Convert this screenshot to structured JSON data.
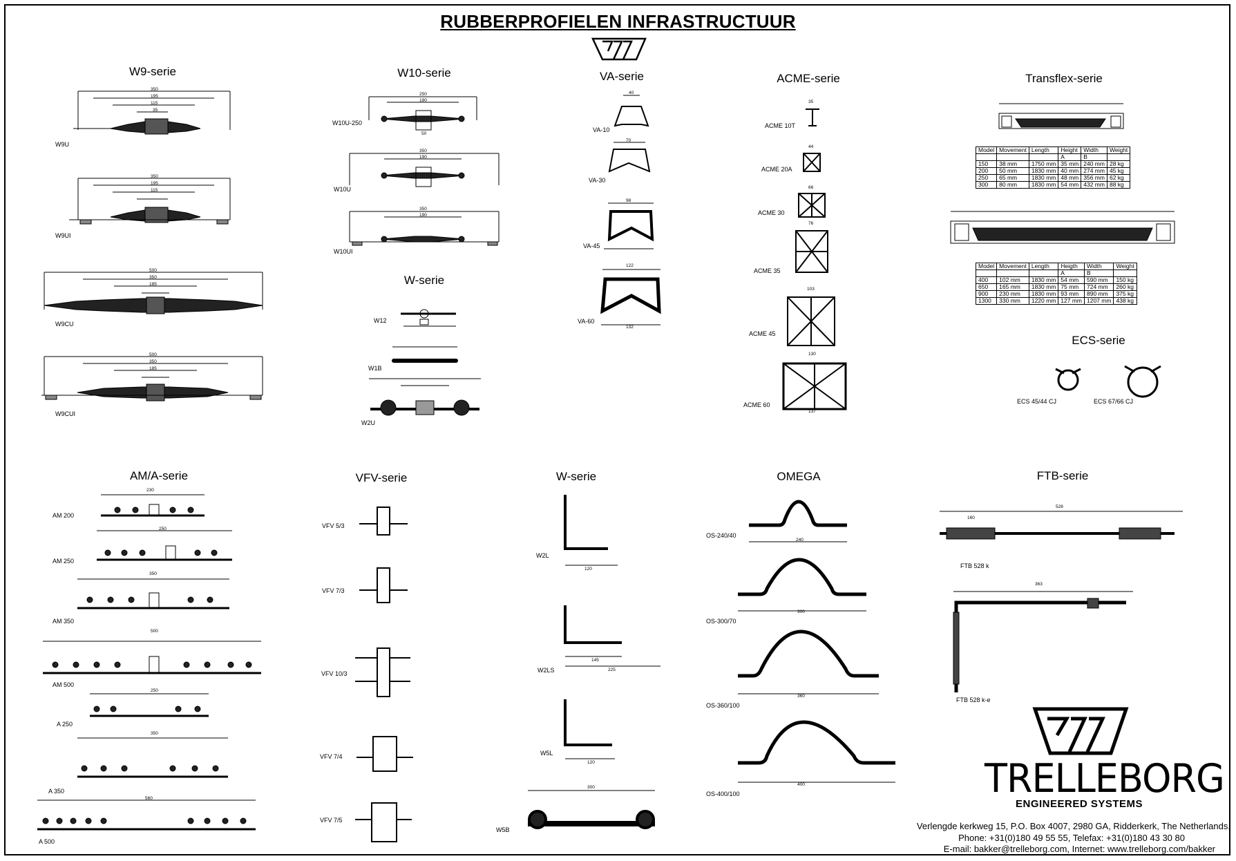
{
  "title": "RUBBERPROFIELEN INFRASTRUCTUUR",
  "series": {
    "w9": "W9-serie",
    "w10": "W10-serie",
    "va": "VA-serie",
    "acme": "ACME-serie",
    "transflex": "Transflex-serie",
    "wtop": "W-serie",
    "ecs": "ECS-serie",
    "ama": "AM/A-serie",
    "vfv": "VFV-serie",
    "wbottom": "W-serie",
    "omega": "OMEGA",
    "ftb": "FTB-serie"
  },
  "profiles": {
    "w9": [
      "W9U",
      "W9UI",
      "W9CU",
      "W9CUI"
    ],
    "w10": [
      "W10U-250",
      "W10U",
      "W10UI"
    ],
    "w": [
      "W12",
      "W1B",
      "W2U"
    ],
    "va": [
      "VA-10",
      "VA-30",
      "VA-45",
      "VA-60"
    ],
    "acme": [
      "ACME 10T",
      "ACME 20A",
      "ACME 30",
      "ACME 35",
      "ACME 45",
      "ACME 60"
    ],
    "ecs": [
      "ECS 45/44 CJ",
      "ECS 67/66 CJ"
    ],
    "ama": [
      "AM 200",
      "AM 250",
      "AM 350",
      "AM 500",
      "A 250",
      "A 350",
      "A 500"
    ],
    "vfv": [
      "VFV 5/3",
      "VFV 7/3",
      "VFV 10/3",
      "VFV 7/4",
      "VFV 7/5"
    ],
    "wb": [
      "W2L",
      "W2LS",
      "W5L",
      "W5B"
    ],
    "omega": [
      "OS-240/40",
      "OS-300/70",
      "OS-360/100",
      "OS-400/100"
    ],
    "ftb": [
      "FTB 528 k",
      "FTB 528 k-e"
    ]
  },
  "transflex_tables": [
    {
      "header": [
        "Model",
        "Movement",
        "Length",
        "Height",
        "Width",
        "Weight"
      ],
      "subheader": [
        "",
        "",
        "",
        "A",
        "B",
        ""
      ],
      "rows": [
        [
          "150",
          "38 mm",
          "1750 mm",
          "35 mm",
          "240 mm",
          "28 kg"
        ],
        [
          "200",
          "50 mm",
          "1830 mm",
          "40 mm",
          "274 mm",
          "45 kg"
        ],
        [
          "250",
          "65 mm",
          "1830 mm",
          "48 mm",
          "356 mm",
          "62 kg"
        ],
        [
          "300",
          "80 mm",
          "1830 mm",
          "54 mm",
          "432 mm",
          "88 kg"
        ]
      ]
    },
    {
      "header": [
        "Model",
        "Movement",
        "Length",
        "Heigth",
        "Width",
        "Weight"
      ],
      "subheader": [
        "",
        "",
        "",
        "A",
        "B",
        ""
      ],
      "rows": [
        [
          "400",
          "102 mm",
          "1830 mm",
          "54 mm",
          "590 mm",
          "150 kg"
        ],
        [
          "650",
          "165 mm",
          "1830 mm",
          "75 mm",
          "724 mm",
          "260 kg"
        ],
        [
          "900",
          "230 mm",
          "1830 mm",
          "93 mm",
          "890 mm",
          "375 kg"
        ],
        [
          "1300",
          "330 mm",
          "1220 mm",
          "127 mm",
          "1207 mm",
          "438 kg"
        ]
      ]
    }
  ],
  "dims": {
    "w9_350": "350",
    "w9_195": "195",
    "w9_115": "115",
    "w9_35": "35",
    "w9_500": "500",
    "w9_185": "185",
    "w10_250": "250",
    "w10_350": "350",
    "w10_190": "190",
    "w10_50": "50",
    "va_40": "40",
    "va_70": "70",
    "va_98": "98",
    "va_122": "122",
    "va_132": "132",
    "acme_35": "35",
    "acme_44": "44",
    "acme_66": "66",
    "acme_76": "76",
    "acme_103": "103",
    "acme_130": "130",
    "acme_137": "137",
    "am_230": "230",
    "am_250": "250",
    "am_350": "350",
    "am_500": "500",
    "a_560": "560",
    "om_240": "240",
    "om_300": "300",
    "om_360": "360",
    "om_400": "400",
    "ftb_528": "528",
    "ftb_363": "363",
    "ftb_160": "160",
    "wb_120": "120",
    "wb_145": "145",
    "wb_225": "225",
    "wb_300": "300"
  },
  "brand": {
    "name": "TRELLEBORG",
    "sub": "ENGINEERED SYSTEMS",
    "address": "Verlengde kerkweg 15, P.O. Box 4007, 2980 GA, Ridderkerk, The Netherlands,",
    "phone": "Phone: +31(0)180 49 55 55, Telefax: +31(0)180 43 30 80",
    "web": "E-mail: bakker@trelleborg.com, Internet: www.trelleborg.com/bakker"
  }
}
